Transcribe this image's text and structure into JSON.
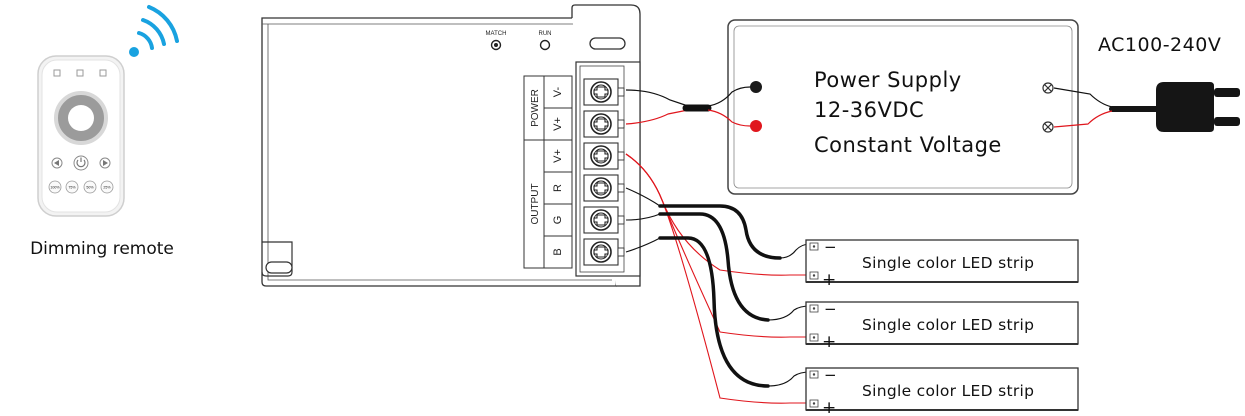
{
  "remote": {
    "caption": "Dimming remote",
    "preset_buttons": [
      "100%",
      "75%",
      "50%",
      "25%"
    ]
  },
  "controller": {
    "indicators": [
      "MATCH",
      "RUN"
    ],
    "groups": {
      "power": "POWER",
      "output": "OUTPUT"
    },
    "terminals": [
      "V-",
      "V+",
      "V+",
      "R",
      "G",
      "B"
    ]
  },
  "power_supply": {
    "lines": [
      "Power Supply",
      "12-36VDC",
      "Constant Voltage"
    ]
  },
  "mains": {
    "label": "AC100-240V"
  },
  "strips": [
    {
      "label": "Single color LED strip",
      "minus": "−",
      "plus": "+"
    },
    {
      "label": "Single color LED strip",
      "minus": "−",
      "plus": "+"
    },
    {
      "label": "Single color LED strip",
      "minus": "−",
      "plus": "+"
    }
  ],
  "colors": {
    "wire_black": "#111111",
    "wire_red": "#e0161d",
    "wifi_blue": "#19a2e0",
    "dot_red": "#e0161d"
  }
}
